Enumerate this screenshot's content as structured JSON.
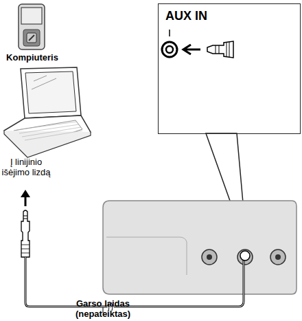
{
  "diagram": {
    "nodes": [
      {
        "text": [
          "AUX IN"
        ]
      }
    ],
    "edges": [],
    "labels": [
      "Kompiuteris",
      "Į linijinio išėjimo lizdą",
      "Garso laidas (nepateiktas)"
    ]
  }
}
